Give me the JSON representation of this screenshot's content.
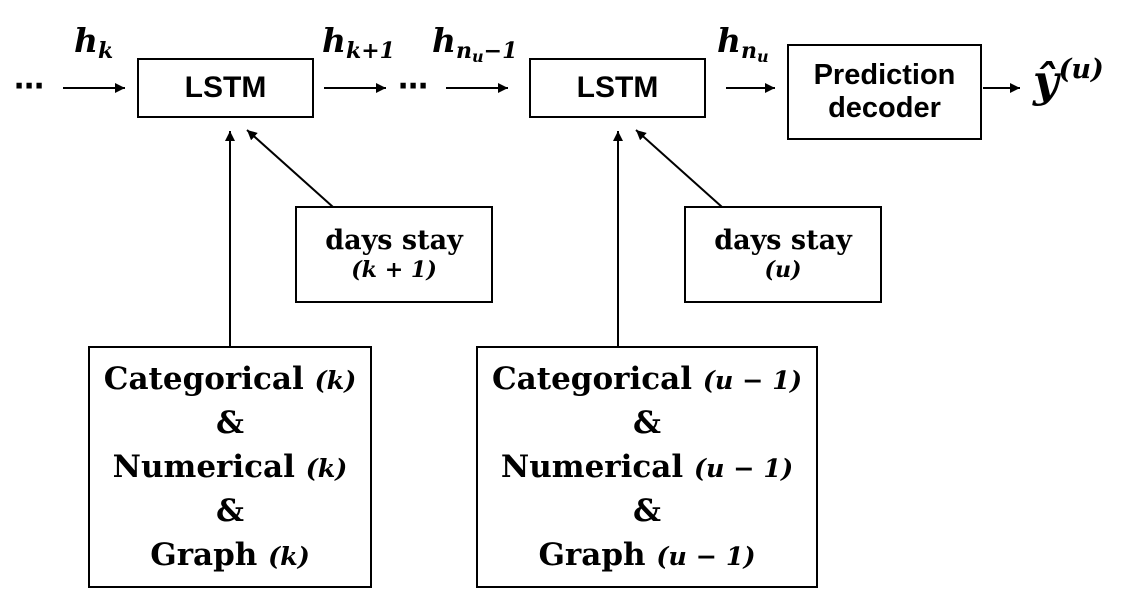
{
  "ellipsis": "⋯",
  "hidden": {
    "hk_base": "h",
    "hk_sub": "k",
    "hk1_base": "h",
    "hk1_sub": "k+1",
    "hnu1_base": "h",
    "hnu1_sub_n": "n",
    "hnu1_sub_u": "u",
    "hnu1_sub_rest": "−1",
    "hnu_base": "h",
    "hnu_sub_n": "n",
    "hnu_sub_u": "u"
  },
  "lstm": {
    "label": "LSTM"
  },
  "decoder": {
    "line1": "Prediction",
    "line2": "decoder"
  },
  "output": {
    "base": "ŷ",
    "sup": "(u)"
  },
  "days_k": {
    "label": "days stay",
    "param": "(k + 1)"
  },
  "days_u": {
    "label": "days stay",
    "param": "(u)"
  },
  "input_k": {
    "cat": "Categorical",
    "cat_p": "(k)",
    "amp1": "&",
    "num": "Numerical",
    "num_p": "(k)",
    "amp2": "&",
    "graph": "Graph",
    "graph_p": "(k)"
  },
  "input_u": {
    "cat": "Categorical",
    "cat_p": "(u − 1)",
    "amp1": "&",
    "num": "Numerical",
    "num_p": "(u − 1)",
    "amp2": "&",
    "graph": "Graph",
    "graph_p": "(u − 1)"
  }
}
